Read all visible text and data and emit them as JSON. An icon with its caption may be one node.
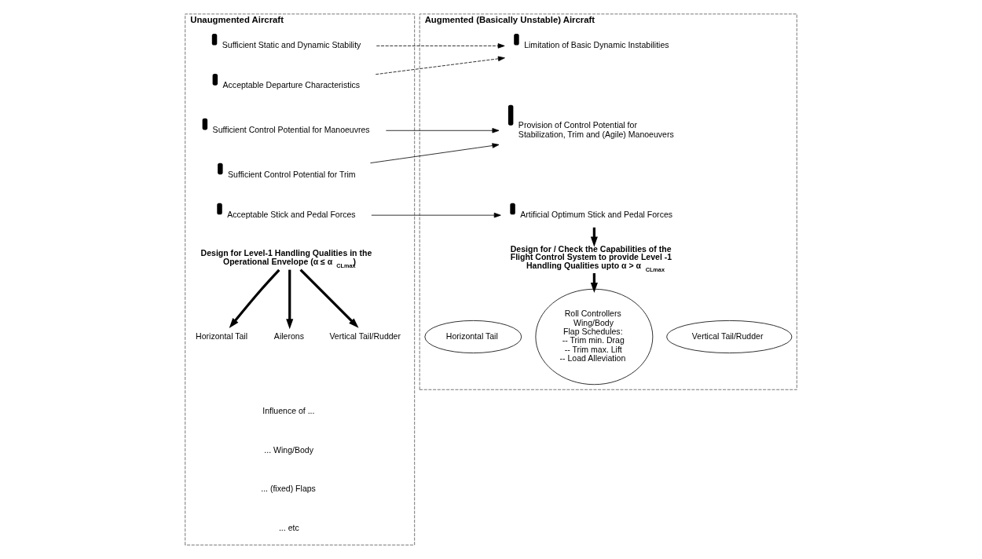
{
  "diagram": {
    "nodes": [
      {
        "text": [
          "Unaugmented Aircraft"
        ]
      },
      {
        "text": [
          "Sufficient Static and Dynamic Stability"
        ],
        "in": 0
      },
      {
        "text": [
          "Acceptable Departure Characteristics"
        ],
        "in": 0
      },
      {
        "text": [
          "Sufficient Control Potential for Manoeuvres"
        ],
        "in": 0
      },
      {
        "text": [
          "Sufficient Control Potential for Trim"
        ],
        "in": 0
      },
      {
        "text": [
          "Acceptable Stick and Pedal Forces"
        ],
        "in": 0
      },
      {
        "text": [
          "Design for Level-1 Handling Qualities in the Operational Envelope (α ≤ α$_{CLmax}$)"
        ],
        "in": 0
      },
      {
        "text": [
          "Horizontal Tail"
        ],
        "in": 0
      },
      {
        "text": [
          "Ailerons"
        ],
        "in": 0
      },
      {
        "text": [
          "Vertical Tail/Rudder"
        ],
        "in": 0
      },
      {
        "text": [
          "Augmented (Basically Unstable) Aircraft"
        ]
      },
      {
        "text": [
          "Limitation of Basic Dynamic Instabilities"
        ],
        "in": 10
      },
      {
        "text": [
          "Provision of Control Potential for Stabilization, Trim and (Agile) Manoeuvers"
        ],
        "in": 10
      },
      {
        "text": [
          "Artificial Optimum Stick and Pedal Forces"
        ],
        "in": 10
      },
      {
        "text": [
          "Design for / Check the Capabilities of the Flight Control System to provide Level -1 Handling Qualities upto α > α$_{CLmax}$"
        ],
        "in": 10
      },
      {
        "text": [
          "Horizontal Tail"
        ],
        "in": 10
      },
      {
        "text": [
          "Roll Controllers",
          "Wing/Body",
          "Flap Schedules:",
          "-- Trim min. Drag",
          "-- Trim max. Lift",
          "-- Load Alleviation"
        ],
        "in": 10
      },
      {
        "text": [
          "Vertical Tail/Rudder"
        ],
        "in": 10
      }
    ],
    "edges": [
      {
        "from": 1,
        "to": 11,
        "arrow": "to",
        "style": "dashed"
      },
      {
        "from": 2,
        "to": 11,
        "arrow": "to",
        "style": "dashed"
      },
      {
        "from": 3,
        "to": 12,
        "arrow": "to"
      },
      {
        "from": 4,
        "to": 12,
        "arrow": "to"
      },
      {
        "from": 5,
        "to": 13,
        "arrow": "to"
      },
      {
        "from": 6,
        "to": 7,
        "arrow": "to",
        "style": "thick"
      },
      {
        "from": 6,
        "to": 8,
        "arrow": "to",
        "style": "thick"
      },
      {
        "from": 6,
        "to": 9,
        "arrow": "to",
        "style": "thick"
      },
      {
        "from": 13,
        "to": 14,
        "arrow": "to",
        "style": "thick"
      },
      {
        "from": 14,
        "to": 16,
        "arrow": "to",
        "style": "thick"
      }
    ],
    "labels": [
      "Influence of ...",
      "... Wing/Body",
      "... (fixed) Flaps",
      "... etc"
    ]
  }
}
